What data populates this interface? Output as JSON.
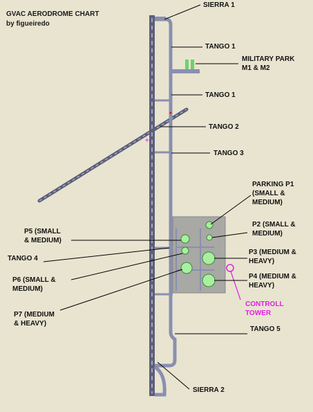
{
  "title": {
    "line1": "GVAC AERODROME CHART",
    "line2": "by figueiredo"
  },
  "labels": {
    "sierra1": "SIERRA 1",
    "tango1_top": "TANGO 1",
    "military_line1": "MILITARY PARK",
    "military_line2": "M1 & M2",
    "tango1_mid": "TANGO 1",
    "tango2": "TANGO 2",
    "tango3": "TANGO 3",
    "parking_p1_line1": "PARKING P1",
    "parking_p1_line2": "(SMALL &",
    "parking_p1_line3": "MEDIUM)",
    "p2_line1": "P2 (SMALL &",
    "p2_line2": "MEDIUM)",
    "p5_line1": "P5 (SMALL",
    "p5_line2": "& MEDIUM)",
    "p3_line1": "P3 (MEDIUM &",
    "p3_line2": "HEAVY)",
    "tango4": "TANGO 4",
    "p6_line1": "P6 (SMALL &",
    "p6_line2": "MEDIUM)",
    "p4_line1": "P4 (MEDIUM &",
    "p4_line2": "HEAVY)",
    "control_line1": "CONTROLL",
    "control_line2": "TOWER",
    "p7_line1": "P7 (MEDIUM",
    "p7_line2": "&    HEAVY)",
    "tango5": "TANGO 5",
    "sierra2": "SIERRA 2"
  },
  "colors": {
    "background": "#e8e4d0",
    "runway": "#5c5f7a",
    "taxiway": "#8a8fb0",
    "apron": "#a8a8a4",
    "parking_stand": "#a8f0a0",
    "control_tower": "#e020e0",
    "leader_line": "#000000"
  }
}
